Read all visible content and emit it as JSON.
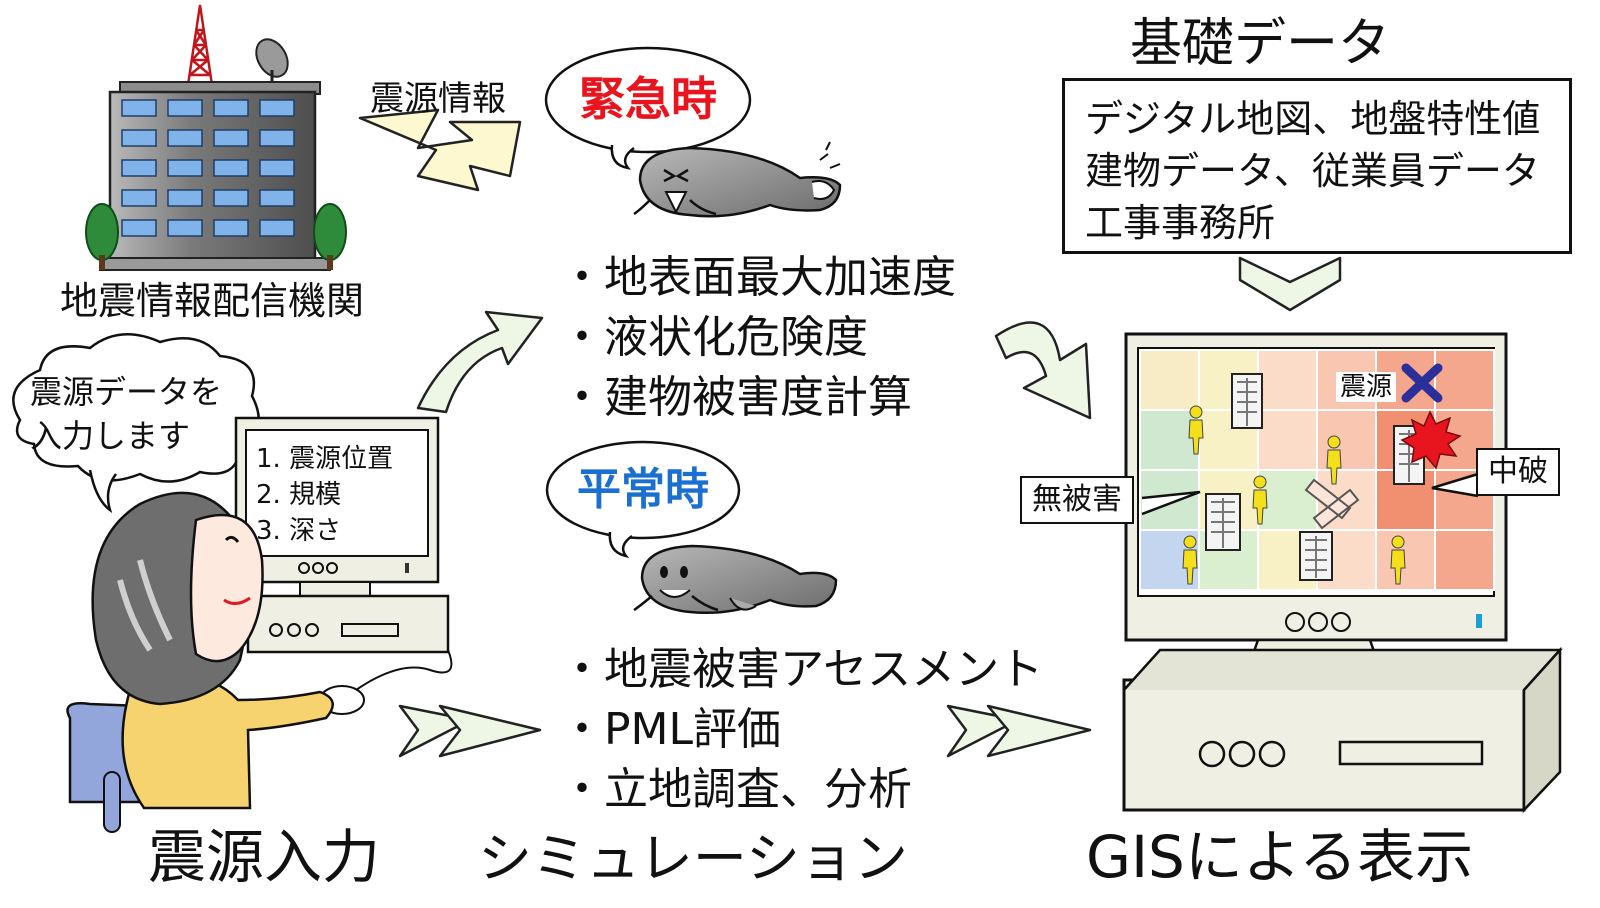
{
  "building": {
    "label": "地震情報配信機関"
  },
  "info_signal": {
    "label": "震源情報"
  },
  "emergency": {
    "label": "緊急時",
    "color": "#e8141e"
  },
  "normal": {
    "label": "平常時",
    "color": "#1a6fd1"
  },
  "operator_speech": {
    "line1": "震源データを",
    "line2": "入力します"
  },
  "operator_screen": {
    "items": [
      "1. 震源位置",
      "2. 規模",
      "3. 深さ"
    ]
  },
  "emergency_outputs": [
    "地表面最大加速度",
    "液状化危険度",
    "建物被害度計算"
  ],
  "normal_outputs": [
    "地震被害アセスメント",
    "PML評価",
    "立地調査、分析"
  ],
  "base_data": {
    "title": "基礎データ",
    "lines": [
      "デジタル地図、地盤特性値",
      "建物データ、従業員データ",
      "工事事務所"
    ]
  },
  "gis_map": {
    "epicenter_label": "震源",
    "no_damage_label": "無被害",
    "moderate_damage_label": "中破"
  },
  "footer": {
    "input_label": "震源入力",
    "simulation_label": "シミュレーション",
    "gis_label": "GISによる表示"
  },
  "colors": {
    "arrow_fill": "#eef7e6",
    "lightning_fill": "#fdf8d0",
    "catfish": "#8d8d8d",
    "person_yellow": "#f3e01b",
    "hair": "#6e6e6e",
    "sweater": "#f6d36e",
    "chair": "#93a6dc",
    "monitor": "#efefe4"
  }
}
